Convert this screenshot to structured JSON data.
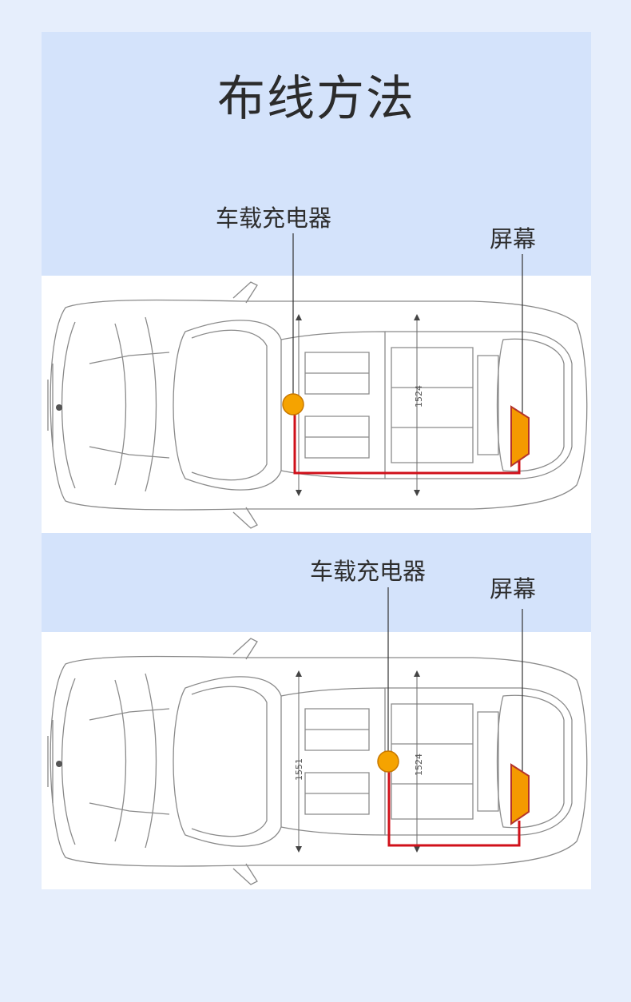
{
  "title": "布线方法",
  "colors": {
    "panel": "#d4e3fb",
    "page_bg": "#e6eefc",
    "wire": "#d0101a",
    "charger": "#f5a300",
    "screen": "#f59a00"
  },
  "diagrams": [
    {
      "charger_label": "车载充电器",
      "screen_label": "屏幕",
      "dimensions": [
        "1524"
      ]
    },
    {
      "charger_label": "车载充电器",
      "screen_label": "屏幕",
      "dimensions": [
        "1551",
        "1524"
      ]
    }
  ]
}
